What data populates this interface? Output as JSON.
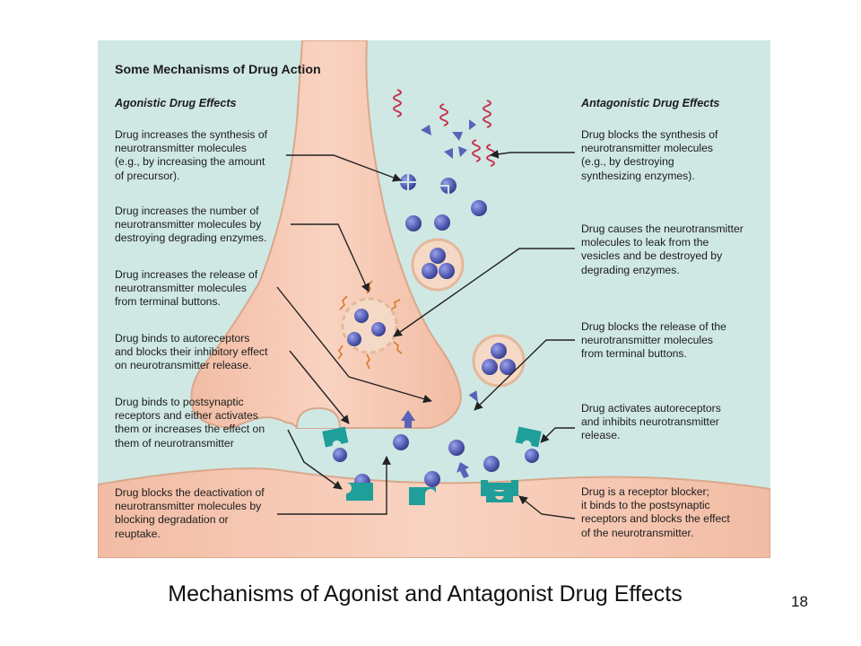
{
  "figure": {
    "title": "Some Mechanisms of Drug Action",
    "agonistic_heading": "Agonistic Drug Effects",
    "antagonistic_heading": "Antagonistic Drug Effects",
    "agonistic_labels": [
      "Drug increases the synthesis of\nneurotransmitter molecules\n(e.g., by increasing the amount\nof precursor).",
      "Drug increases the number of\nneurotransmitter molecules by\ndestroying degrading enzymes.",
      "Drug increases the release of\nneurotransmitter molecules\nfrom terminal buttons.",
      "Drug binds to autoreceptors\nand blocks their inhibitory effect\non neurotransmitter release.",
      "Drug binds to postsynaptic\nreceptors and either activates\nthem or increases the effect on\nthem of neurotransmitter",
      "Drug blocks the deactivation of\nneurotransmitter molecules by\nblocking degradation or\nreuptake."
    ],
    "antagonistic_labels": [
      "Drug blocks the synthesis of\nneurotransmitter molecules\n(e.g., by destroying\nsynthesizing enzymes).",
      "Drug causes the neurotransmitter\nmolecules to leak from the\nvesicles and be destroyed by\ndegrading enzymes.",
      "Drug blocks the release of the\nneurotransmitter molecules\nfrom terminal buttons.",
      "Drug activates autoreceptors\nand inhibits neurotransmitter\nrelease.",
      "Drug is a receptor blocker;\nit binds to the postsynaptic\nreceptors and blocks the effect\nof the neurotransmitter."
    ],
    "colors": {
      "background": "#cfe8e4",
      "neuron": "#f6c9b4",
      "neuron_outline": "#d9a88c",
      "molecule": "#5a62b8",
      "receptor": "#1f9e9a",
      "enzyme": "#c8304a",
      "arrow": "#222222"
    }
  },
  "caption": "Mechanisms of Agonist and Antagonist Drug Effects",
  "page_number": "18"
}
